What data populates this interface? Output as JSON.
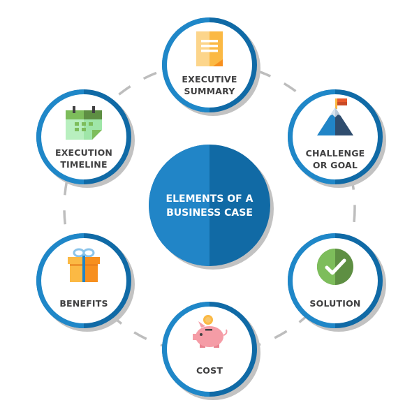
{
  "title": {
    "lines": [
      "ELEMENTS OF A",
      "BUSINESS CASE"
    ]
  },
  "colors": {
    "ring_light": "#1f87c8",
    "ring_dark": "#106aa6",
    "center_light": "#2185c7",
    "center_dark": "#116aa5",
    "shadow": "#c2c2c2",
    "connector": "#bdbdbd",
    "label_text": "#404041"
  },
  "elements": [
    {
      "id": "executive-summary",
      "icon": "document-icon",
      "lines": [
        "EXECUTIVE",
        "SUMMARY"
      ]
    },
    {
      "id": "challenge-or-goal",
      "icon": "mountain-flag-icon",
      "lines": [
        "CHALLENGE",
        "OR GOAL"
      ]
    },
    {
      "id": "solution",
      "icon": "checkmark-icon",
      "lines": [
        "SOLUTION"
      ]
    },
    {
      "id": "cost",
      "icon": "piggy-bank-icon",
      "lines": [
        "COST"
      ]
    },
    {
      "id": "benefits",
      "icon": "gift-icon",
      "lines": [
        "BENEFITS"
      ]
    },
    {
      "id": "execution-timeline",
      "icon": "calendar-icon",
      "lines": [
        "EXECUTION",
        "TIMELINE"
      ]
    }
  ]
}
